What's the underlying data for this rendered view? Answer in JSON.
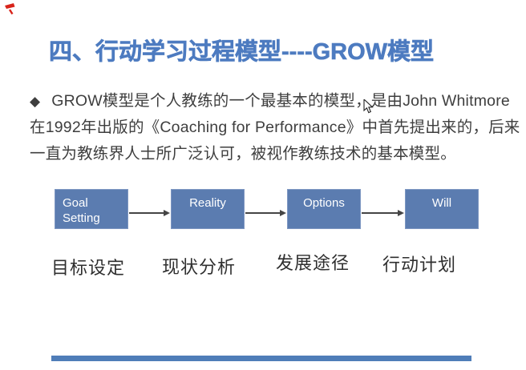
{
  "slide": {
    "title": "四、行动学习过程模型----GROW模型",
    "body": {
      "bullet": "◆",
      "line1": "GROW模型是个人教练的一个最基本的模型，是由John Whitmore",
      "line2": "在1992年出版的《Coaching for Performance》中首先提出来的，后来",
      "line3": "一直为教练界人士所广泛认可，被视作教练技术的基本模型。"
    },
    "diagram": {
      "boxes": [
        {
          "label_en": "Goal\nSetting",
          "label_zh": "目标设定"
        },
        {
          "label_en": "Reality",
          "label_zh": "现状分析"
        },
        {
          "label_en": "Options",
          "label_zh": "发展途径"
        },
        {
          "label_en": "Will",
          "label_zh": "行动计划"
        }
      ]
    },
    "colors": {
      "title_blue": "#4d7bc0",
      "box_blue": "#5b7cb0",
      "footer_bar_blue": "#4f7db8",
      "red_mark": "#d8231a",
      "body_text": "#3e3e3e"
    }
  }
}
